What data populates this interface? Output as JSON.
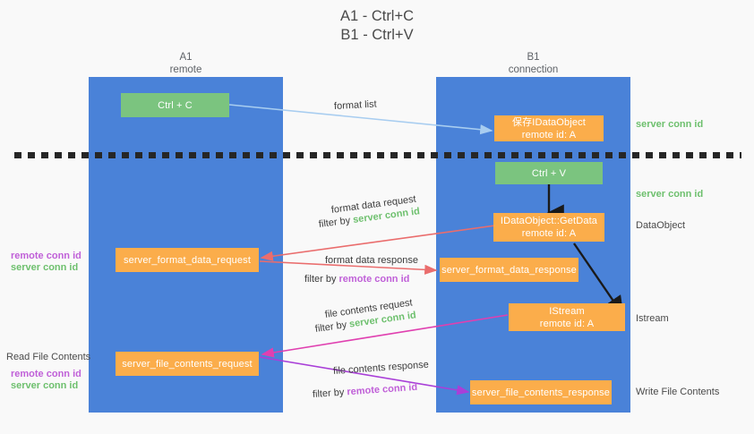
{
  "title": {
    "line1": "A1 - Ctrl+C",
    "line2": "B1 - Ctrl+V"
  },
  "lanes": [
    {
      "name": "A1",
      "sub": "remote",
      "color": "#4a82d8"
    },
    {
      "name": "B1",
      "sub": "connection",
      "color": "#4a82d8"
    }
  ],
  "colors": {
    "lane": "#4a82d8",
    "green_node": "#7bc47f",
    "orange_node": "#fbad4b",
    "server_conn_id": "#6ec06e",
    "remote_conn_id": "#c060d8",
    "format_list_arrow": "#a8cdf0",
    "format_data_arrow": "#ea6d6d",
    "file_contents_request_arrow": "#e040b0",
    "file_contents_response_arrow": "#a93fd8",
    "black_arrow": "#1a1a1a",
    "dash_line": "#262626"
  },
  "nodes": [
    {
      "id": "ctrl-c",
      "lane": "A1",
      "type": "green",
      "line1": "Ctrl + C",
      "line2": ""
    },
    {
      "id": "save-idataobject",
      "lane": "B1",
      "type": "orange",
      "line1": "保存IDataObject",
      "line2": "remote id: A"
    },
    {
      "id": "ctrl-v",
      "lane": "B1",
      "type": "green",
      "line1": "Ctrl + V",
      "line2": ""
    },
    {
      "id": "idataobject-getdata",
      "lane": "B1",
      "type": "orange",
      "line1": "IDataObject::GetData",
      "line2": "remote id: A"
    },
    {
      "id": "server-format-data-request",
      "lane": "A1",
      "type": "orange",
      "line1": "server_format_data_request",
      "line2": ""
    },
    {
      "id": "server-format-data-response",
      "lane": "B1",
      "type": "orange",
      "line1": "server_format_data_response",
      "line2": ""
    },
    {
      "id": "istream",
      "lane": "B1",
      "type": "orange",
      "line1": "IStream",
      "line2": "remote id: A"
    },
    {
      "id": "server-file-contents-request",
      "lane": "A1",
      "type": "orange",
      "line1": "server_file_contents_request",
      "line2": ""
    },
    {
      "id": "server-file-contents-response",
      "lane": "B1",
      "type": "orange",
      "line1": "server_file_contents_response",
      "line2": ""
    }
  ],
  "edge_labels": {
    "format_list": "format list",
    "format_data_request": "format data request",
    "format_data_request_filter_prefix": "filter by ",
    "format_data_request_filter_key": "server conn id",
    "format_data_response": "format data response",
    "format_data_response_filter_prefix": "filter by ",
    "format_data_response_filter_key": "remote conn id",
    "file_contents_request": "file contents request",
    "file_contents_request_filter_prefix": "filter by ",
    "file_contents_request_filter_key": "server conn id",
    "file_contents_response": "file contents response",
    "file_contents_response_filter_prefix": "filter by ",
    "file_contents_response_filter_key": "remote conn id"
  },
  "right_annotations": [
    {
      "id": "server-conn-id-1",
      "text": "server conn id",
      "style": "green"
    },
    {
      "id": "server-conn-id-2",
      "text": "server conn id",
      "style": "green"
    },
    {
      "id": "dataobject",
      "text": "DataObject",
      "style": "grey"
    },
    {
      "id": "istream-label",
      "text": "Istream",
      "style": "grey"
    },
    {
      "id": "write-file",
      "text": "Write File Contents",
      "style": "grey"
    }
  ],
  "left_annotations": [
    {
      "id": "left-remote-1",
      "text": "remote conn id",
      "style": "purple"
    },
    {
      "id": "left-server-1",
      "text": "server conn id",
      "style": "green"
    },
    {
      "id": "read-file",
      "text": "Read File Contents",
      "style": "grey"
    },
    {
      "id": "left-remote-2",
      "text": "remote conn id",
      "style": "purple"
    },
    {
      "id": "left-server-2",
      "text": "server conn id",
      "style": "green"
    }
  ]
}
